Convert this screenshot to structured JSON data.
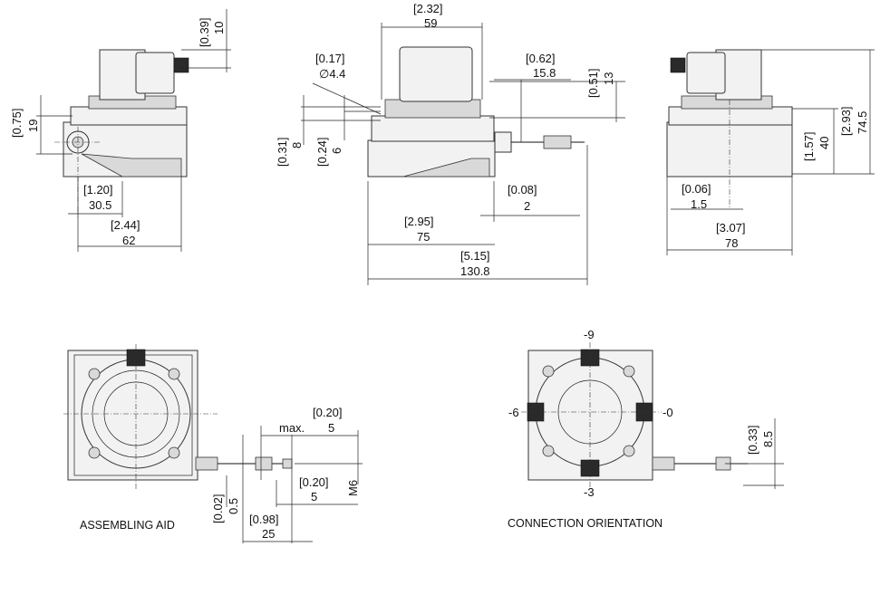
{
  "dims": {
    "d1_in": "[0.39]",
    "d1_mm": "10",
    "d2_in": "[2.32]",
    "d2_mm": "59",
    "d3_in": "[0.17]",
    "d3_mm": "∅4.4",
    "d4_in": "[0.62]",
    "d4_mm": "15.8",
    "d5_in": "[0.51]",
    "d5_mm": "13",
    "d6_in": "[0.75]",
    "d6_mm": "19",
    "d7_in": "[0.31]",
    "d7_mm": "8",
    "d8_in": "[0.24]",
    "d8_mm": "6",
    "d9_in": "[2.93]",
    "d9_mm": "74.5",
    "d10_in": "[1.57]",
    "d10_mm": "40",
    "d11_in": "[1.20]",
    "d11_mm": "30.5",
    "d12_in": "[2.44]",
    "d12_mm": "62",
    "d13_in": "[0.08]",
    "d13_mm": "2",
    "d14_in": "[2.95]",
    "d14_mm": "75",
    "d15_in": "[5.15]",
    "d15_mm": "130.8",
    "d16_in": "[0.06]",
    "d16_mm": "1.5",
    "d17_in": "[3.07]",
    "d17_mm": "78",
    "d18_in": "[0.20]",
    "d18_max": "max.",
    "d18_mm": "5",
    "d19_in": "[0.20]",
    "d19_mm": "5",
    "d20_mm": "M6",
    "d21_in": "[0.02]",
    "d21_mm": "0.5",
    "d22_in": "[0.98]",
    "d22_mm": "25",
    "d23_in": "[0.33]",
    "d23_mm": "8.5"
  },
  "orientation": {
    "top": "-9",
    "left": "-6",
    "right": "-0",
    "bottom": "-3"
  },
  "captions": {
    "assembling_aid": "ASSEMBLING AID",
    "connection_orientation": "CONNECTION ORIENTATION"
  }
}
